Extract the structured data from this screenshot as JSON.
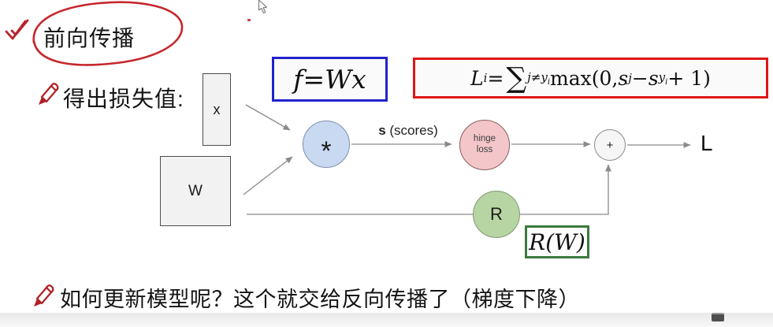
{
  "annotations": {
    "title": "前向传播",
    "subtitle": "得出损失值:",
    "bottom_note": "如何更新模型呢？这个就交给反向传播了（梯度下降）",
    "annotation_red": "#bd2329"
  },
  "formulas": {
    "f": {
      "text": "f = Wx",
      "lhs": "f",
      "eq": " = ",
      "rhs": "Wx",
      "border_color": "#2222cc"
    },
    "loss": {
      "text": "Li = ∑j≠yi max(0, sj − syi + 1)",
      "lhs": "L",
      "lhs_sub": "i",
      "eq": " = ",
      "sigma": "∑",
      "sigma_sub": "j≠y",
      "sigma_sub_sub": "i",
      "max_open": " max(0, ",
      "s1": "s",
      "s1_sub": "j",
      "minus": " − ",
      "s2": "s",
      "s2_sub": "y",
      "s2_sub_sub": "i",
      "plus_one": " + 1)",
      "border_color": "#e01616"
    },
    "rw": {
      "text": "R(W)",
      "border_color": "#3c7a3c"
    }
  },
  "graph": {
    "x_box_label": "x",
    "w_box_label": "W",
    "star_node_label": "*",
    "scores_bold": "s",
    "scores_rest": " (scores)",
    "hinge_line1": "hinge",
    "hinge_line2": "loss",
    "r_node_label": "R",
    "plus_node_label": "+",
    "output_label": "L",
    "node_colors": {
      "multiply": "#c9d9f2",
      "hinge_loss": "#f3c6c9",
      "regularization": "#b6d5a3",
      "add": "#f6f6f6"
    },
    "arrow_color": "#8a8a8a"
  }
}
